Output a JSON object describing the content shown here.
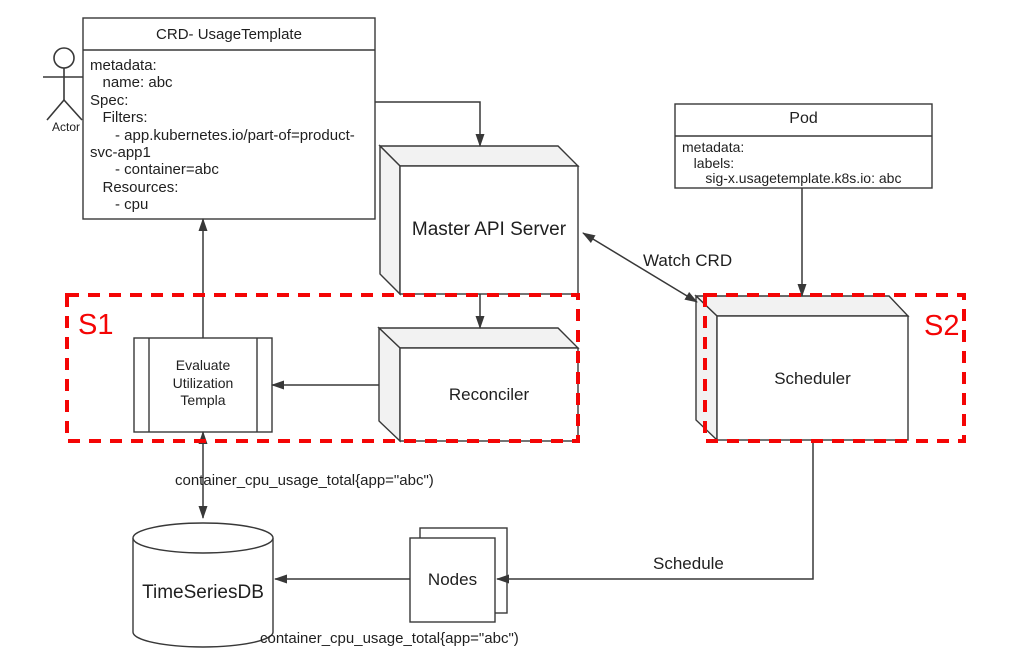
{
  "diagram": {
    "actor": {
      "label": "Actor"
    },
    "crd_box": {
      "title": "CRD- UsageTemplate",
      "lines": [
        "metadata:",
        "   name: abc",
        "Spec:",
        "   Filters:",
        "      - app.kubernetes.io/part-of=product-",
        "svc-app1",
        "      - container=abc",
        "   Resources:",
        "      - cpu"
      ]
    },
    "pod_box": {
      "title": "Pod",
      "lines": [
        "metadata:",
        "   labels:",
        "      sig-x.usagetemplate.k8s.io: abc"
      ]
    },
    "master_api": {
      "label": "Master API Server"
    },
    "reconciler": {
      "label": "Reconciler"
    },
    "scheduler": {
      "label": "Scheduler"
    },
    "evaluate_box": {
      "lines": [
        "Evaluate",
        "Utilization",
        "Templa"
      ]
    },
    "tsdb": {
      "label": "TimeSeriesDB"
    },
    "nodes": {
      "label": "Nodes"
    },
    "boundaries": {
      "s1": "S1",
      "s2": "S2"
    },
    "edge_labels": {
      "watch_crd": "Watch CRD",
      "schedule": "Schedule",
      "metric_top": "container_cpu_usage_total{app=\"abc\")",
      "metric_bottom": "container_cpu_usage_total{app=\"abc\")"
    },
    "colors": {
      "boundary_red": "#f40505",
      "line": "#383838",
      "cube_shade": "#f2f2f2",
      "fill": "#ffffff"
    }
  }
}
